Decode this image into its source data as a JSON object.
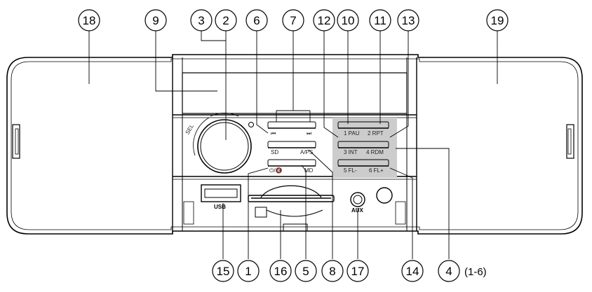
{
  "callouts": {
    "n1": "1",
    "n2": "2",
    "n3": "3",
    "n4": "4",
    "n5": "5",
    "n6": "6",
    "n7": "7",
    "n8": "8",
    "n9": "9",
    "n10": "10",
    "n11": "11",
    "n12": "12",
    "n13": "13",
    "n14": "14",
    "n15": "15",
    "n16": "16",
    "n17": "17",
    "n18": "18",
    "n19": "19"
  },
  "range_note": "(1-6)",
  "buttons": {
    "prev": "⏮",
    "next": "⏭",
    "sd": "SD",
    "aps": "A/PS",
    "power_mute": "⏻/🔇",
    "md": "MD",
    "b1": "1 PAU",
    "b2": "2 RPT",
    "b3": "3 INT",
    "b4": "4 RDM",
    "b5": "5 FL-",
    "b6": "6 FL+",
    "sel": "SEL"
  },
  "ports": {
    "usb": "USB",
    "aux": "AUX"
  },
  "colors": {
    "preset_panel": "#cccccc",
    "line": "#000000"
  }
}
